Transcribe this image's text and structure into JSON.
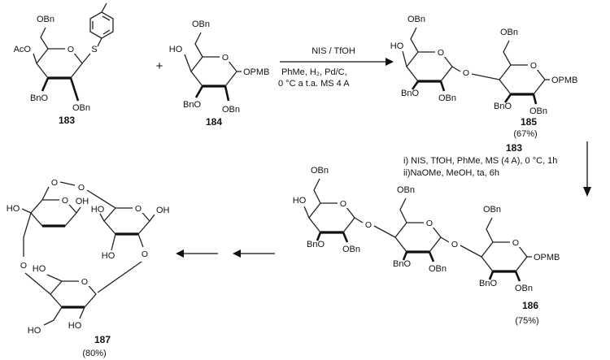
{
  "colors": {
    "ink": "#111111",
    "background": "#ffffff"
  },
  "groups": {
    "obn": "OBn",
    "bno": "BnO",
    "aco": "AcO",
    "ho": "HO",
    "oh": "OH",
    "opmb": "OPMB",
    "ring_o": "O",
    "s": "S",
    "plus": "+"
  },
  "compounds": {
    "c183": {
      "number": "183"
    },
    "c184": {
      "number": "184"
    },
    "c185": {
      "number": "185",
      "yield": "(67%)"
    },
    "c186": {
      "number": "186",
      "yield": "(75%)"
    },
    "c187": {
      "number": "187",
      "yield": "(80%)"
    }
  },
  "step1": {
    "above": "NIS / TfOH",
    "below_line1": "PhMe, H₂, Pd/C,",
    "below_line2": "0 °C a t.a. MS 4 A"
  },
  "step2": {
    "reagent": "183",
    "line1": "i) NIS, TfOH, PhMe, MS (4 A), 0 °C, 1h",
    "line2": "ii)NaOMe, MeOH, ta, 6h"
  }
}
